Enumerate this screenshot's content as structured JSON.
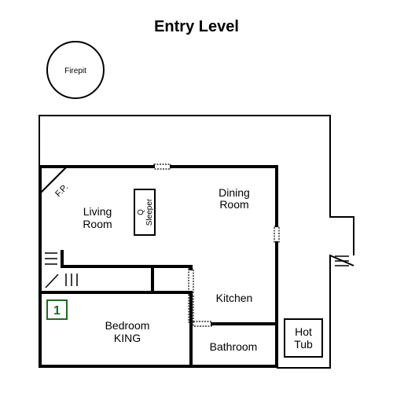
{
  "floorplan": {
    "title": "Entry Level",
    "firepit": "Firepit",
    "fireplace": "F.P.",
    "sleeper": [
      "Q",
      "Sleeper"
    ],
    "rooms": {
      "living": [
        "Living",
        "Room"
      ],
      "dining": [
        "Dining",
        "Room"
      ],
      "kitchen": "Kitchen",
      "bedroom": [
        "Bedroom",
        "KING"
      ],
      "bathroom": "Bathroom",
      "hottub": [
        "Hot",
        "Tub"
      ]
    },
    "bedroom_number": "1",
    "colors": {
      "wall": "#000000",
      "badge": "#1e6b22",
      "background": "#ffffff"
    }
  }
}
